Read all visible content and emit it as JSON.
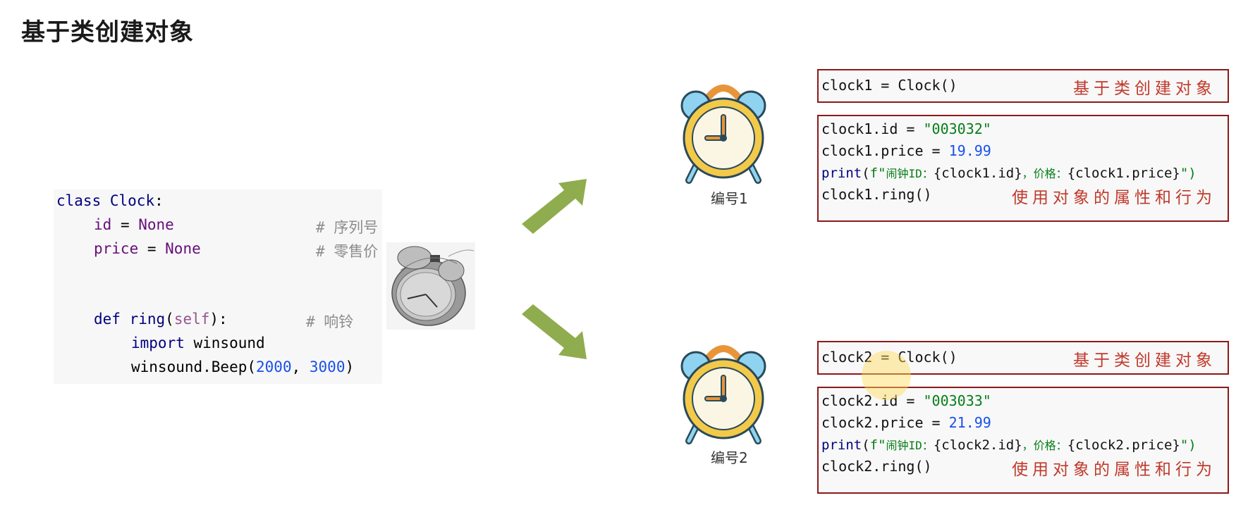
{
  "title": "基于类创建对象",
  "class_code": {
    "line1_kw": "class",
    "line1_name": "Clock",
    "line1_colon": ":",
    "line2_var": "id",
    "line2_eq": " = ",
    "line2_val": "None",
    "line2_comment": "# 序列号",
    "line3_var": "price",
    "line3_eq": " = ",
    "line3_val": "None",
    "line3_comment": "# 零售价",
    "line4_kw": "def",
    "line4_name": "ring",
    "line4_paren_open": "(",
    "line4_self": "self",
    "line4_paren_close": "):",
    "line4_comment": "# 响铃",
    "line5_kw": "import",
    "line5_mod": " winsound",
    "line6_obj": "winsound.Beep(",
    "line6_n1": "2000",
    "line6_sep": ", ",
    "line6_n2": "3000",
    "line6_end": ")"
  },
  "object1": {
    "label": "编号1",
    "create_code": "clock1 = Clock()",
    "create_note": "基于类创建对象",
    "l1_prefix": "clock1.id = ",
    "l1_value": "\"003032\"",
    "l2_prefix": "clock1.price = ",
    "l2_value": "19.99",
    "l3_func": "print",
    "l3_open": "(",
    "l3_fstr_prefix": "f\"",
    "l3_text1": "闹钟ID：",
    "l3_expr1": "{clock1.id}",
    "l3_text2": "，价格：",
    "l3_expr2": "{clock1.price}",
    "l3_end": "\")",
    "l4_code": "clock1.ring()",
    "use_note": "使用对象的属性和行为"
  },
  "object2": {
    "label": "编号2",
    "create_code": "clock2 = Clock()",
    "create_note": "基于类创建对象",
    "l1_prefix": "clock2.id = ",
    "l1_value": "\"003033\"",
    "l2_prefix": "clock2.price = ",
    "l2_value": "21.99",
    "l3_func": "print",
    "l3_open": "(",
    "l3_fstr_prefix": "f\"",
    "l3_text1": "闹钟ID：",
    "l3_expr1": "{clock2.id}",
    "l3_text2": "，价格：",
    "l3_expr2": "{clock2.price}",
    "l3_end": "\")",
    "l4_code": "clock2.ring()",
    "use_note": "使用对象的属性和行为"
  },
  "colors": {
    "box_border": "#8b1a1a",
    "note": "#c0392b",
    "arrow": "#8fac4e"
  }
}
